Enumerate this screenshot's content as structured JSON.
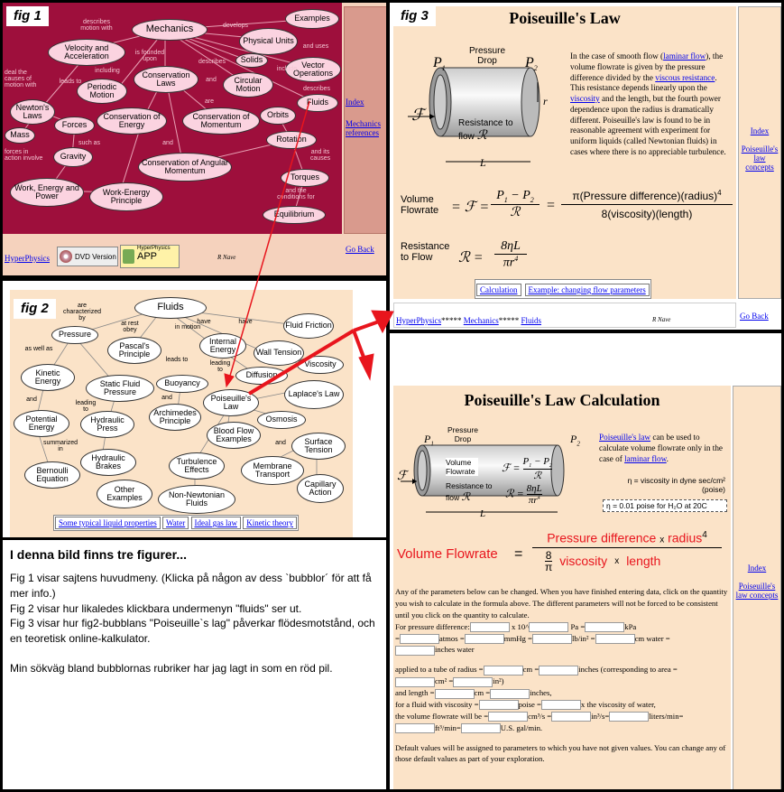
{
  "fig1": {
    "tag": "fig 1",
    "nodes": [
      "Mechanics",
      "Examples",
      "Velocity and Acceleration",
      "Physical Units",
      "Solids",
      "Conservation Laws",
      "Vector Operations",
      "Periodic Motion",
      "Circular Motion",
      "Fluids",
      "Newton's Laws",
      "Forces",
      "Conservation of Energy",
      "Conservation of Momentum",
      "Orbits",
      "Mass",
      "Gravity",
      "Rotation",
      "Conservation of Angular Momentum",
      "Work, Energy and Power",
      "Work-Energy Principle",
      "Torques",
      "Equilibrium"
    ],
    "labels": [
      "describes motion with",
      "develops",
      "and uses",
      "is founded upon",
      "describes",
      "deal the causes of motion with",
      "including",
      "describes",
      "include",
      "are",
      "such as",
      "and",
      "and its causes",
      "forces in action involve",
      "leads to",
      "and",
      "and the conditions for"
    ],
    "side": {
      "index": "Index",
      "refs": "Mechanics references",
      "goback": "Go Back"
    },
    "footer": {
      "hyper": "HyperPhysics",
      "dvd": "DVD Version",
      "app_top": "HyperPhysics",
      "app": "APP",
      "author": "R Nave"
    }
  },
  "fig2": {
    "tag": "fig 2",
    "nodes": [
      "Fluids",
      "Pressure",
      "Pascal's Principle",
      "Internal Energy",
      "Fluid Friction",
      "Wall Tension",
      "Kinetic Energy",
      "Viscosity",
      "Static Fluid Pressure",
      "Buoyancy",
      "Diffusion",
      "Laplace's Law",
      "Potential Energy",
      "Hydraulic Press",
      "Archimedes Principle",
      "Poiseuille's Law",
      "Osmosis",
      "Blood Flow Examples",
      "Surface Tension",
      "Bernoulli Equation",
      "Hydraulic Brakes",
      "Turbulence Effects",
      "Membrane Transport",
      "Other Examples",
      "Non-Newtonian Fluids",
      "Capillary Action"
    ],
    "labels": [
      "are characterized by",
      "at rest obey",
      "in motion",
      "have",
      "have",
      "as well as",
      "leads to",
      "leading to",
      "and",
      "and",
      "leading to",
      "summarized in",
      "and"
    ],
    "links": [
      "Some typical liquid properties",
      "Water",
      "Ideal gas law",
      "Kinetic theory"
    ]
  },
  "fig3": {
    "tag": "fig 3",
    "title": "Poiseuille's Law",
    "pressure_drop": "Pressure Drop",
    "p1": "P",
    "p1s": "1",
    "p2": "P",
    "p2s": "2",
    "resist": "Resistance to flow",
    "desc": [
      {
        "t": "In the case of smooth flow ("
      },
      {
        "t": "laminar flow",
        "u": true
      },
      {
        "t": "), the volume flowrate is given by the pressure difference divided by the "
      },
      {
        "t": "viscous resistance",
        "u": true
      },
      {
        "t": ". This resistance depends linearly upon the "
      },
      {
        "t": "viscosity",
        "u": true
      },
      {
        "t": " and the length, but the fourth power dependence upon the radius is dramatically different. Poiseuille's law is found to be in reasonable agreement with experiment for uniform liquids (called Newtonian fluids) in cases where there is no appreciable turbulence."
      }
    ],
    "eq_label": "Volume Flowrate",
    "eq_num": "π(Pressure difference)(radius)",
    "eq_den": "8(viscosity)(length)",
    "res_label": "Resistance to Flow",
    "buttons": [
      "Calculation",
      "Example: changing flow parameters"
    ],
    "side": {
      "index": "Index",
      "concepts": "Poiseuille's law concepts",
      "goback": "Go Back"
    },
    "footer": {
      "hyper": "HyperPhysics",
      "stars": "*****",
      "mech": "Mechanics",
      "fluids": "Fluids",
      "author": "R Nave"
    }
  },
  "calc": {
    "title": "Poiseuille's Law Calculation",
    "pressure_drop": "Pressure Drop",
    "vf": "Volume Flowrate",
    "rtf": "Resistance to flow",
    "intro_link": "Poiseuille's law",
    "intro1": " can be used to calculate volume flowrate only in the case of ",
    "intro_link2": "laminar flow",
    "eta_def": "η = viscosity in dyne sec/cm² (poise)",
    "eta_water": "η = 0.01 poise for H₂O at 20C",
    "big_vf": "Volume Flowrate",
    "big_num1": "Pressure difference",
    "big_x": "x",
    "big_num2": "radius",
    "big_den1": "viscosity",
    "big_den2": "length",
    "para1": "Any of the parameters below can be changed. When you have finished entering data, click on the quantity you wish to calculate in the formula above. The different parameters will not be forced to be consistent until you click on the quantity to calculate.",
    "l1": "For pressure difference:",
    "l1b": "x 10^",
    "l1c": "Pa =",
    "l1d": "kPa",
    "l2a": "=",
    "l2b": "atmos =",
    "l2c": "mmHg =",
    "l2d": "lb/in² =",
    "l2e": "cm water =",
    "l2f": "inches water",
    "l3a": "applied to a tube of radius =",
    "l3b": "cm =",
    "l3c": "inches (corresponding to area =",
    "l3d": "cm² =",
    "l3e": "in²)",
    "l4a": "and length =",
    "l4b": "cm =",
    "l4c": "inches,",
    "l5a": "for a fluid with viscosity =",
    "l5b": "poise =",
    "l5c": "x the viscosity of water,",
    "l6a": "the volume flowrate will be =",
    "l6b": "cm³/s =",
    "l6c": "in³/s=",
    "l6d": "liters/min=",
    "l6e": "ft³/min=",
    "l6f": "U.S. gal/min.",
    "para2": "Default values will be assigned to parameters to which you have not given values. You can change any of those default values as part of your exploration.",
    "side": {
      "index": "Index",
      "concepts": "Poiseuille's law concepts"
    }
  },
  "note": {
    "heading": "I denna bild finns tre figurer...",
    "lines": [
      "Fig 1 visar sajtens huvudmeny. (Klicka på någon av dess `bubblor´ för att få mer info.)",
      "Fig 2 visar hur likaledes klickbara undermenyn \"fluids\" ser ut.",
      "Fig 3 visar hur fig2-bubblans \"Poiseuille`s lag\" påverkar flödesmotstånd, och en teoretisk online-kalkulator.",
      "",
      "Min sökväg bland bubblornas rubriker har jag lagt in som en röd pil."
    ]
  },
  "colors": {
    "fig1_bg": "#9e0f3c",
    "peach": "#fbe3c8",
    "arrow": "#e8151d",
    "link": "#0000ee"
  }
}
